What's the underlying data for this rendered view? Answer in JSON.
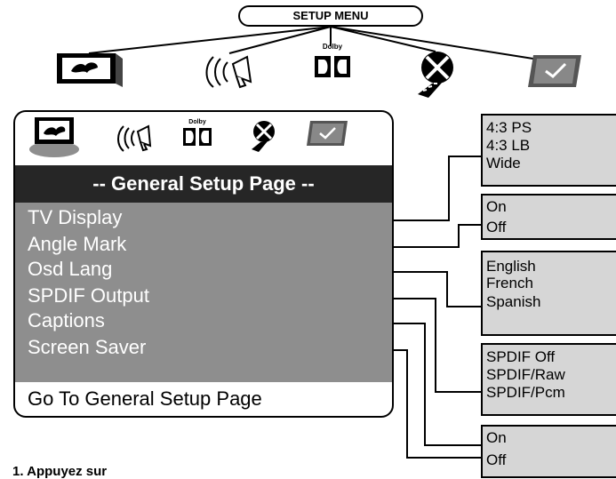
{
  "setup_menu_label": "SETUP MENU",
  "top_icons": [
    "tv-display-icon",
    "speaker-audio-icon",
    "dolby-icon",
    "film-reel-icon",
    "checkmark-icon"
  ],
  "dolby_label": "Dolby",
  "panel": {
    "title": "-- General Setup Page --",
    "items": [
      "TV Display",
      "Angle Mark",
      "Osd Lang",
      "SPDIF Output",
      "Captions",
      "Screen Saver"
    ],
    "footer": "Go To General Setup Page"
  },
  "option_groups": [
    {
      "for": "TV Display",
      "options": [
        "4:3 PS",
        "4:3 LB",
        "Wide"
      ]
    },
    {
      "for": "Angle Mark",
      "options": [
        "On",
        "Off"
      ]
    },
    {
      "for": "Osd Lang",
      "options": [
        "English",
        "French",
        "Spanish"
      ]
    },
    {
      "for": "SPDIF Output",
      "options": [
        "SPDIF Off",
        "SPDIF/Raw",
        "SPDIF/Pcm"
      ]
    },
    {
      "for": "Screen Saver",
      "options": [
        "On",
        "Off"
      ]
    }
  ],
  "footnote": "1. Appuyez sur",
  "colors": {
    "title_bar": "#262626",
    "menu_bg": "#8e8e8e",
    "option_bg": "#d6d6d6",
    "selected_tab": "#8e8e8e"
  }
}
